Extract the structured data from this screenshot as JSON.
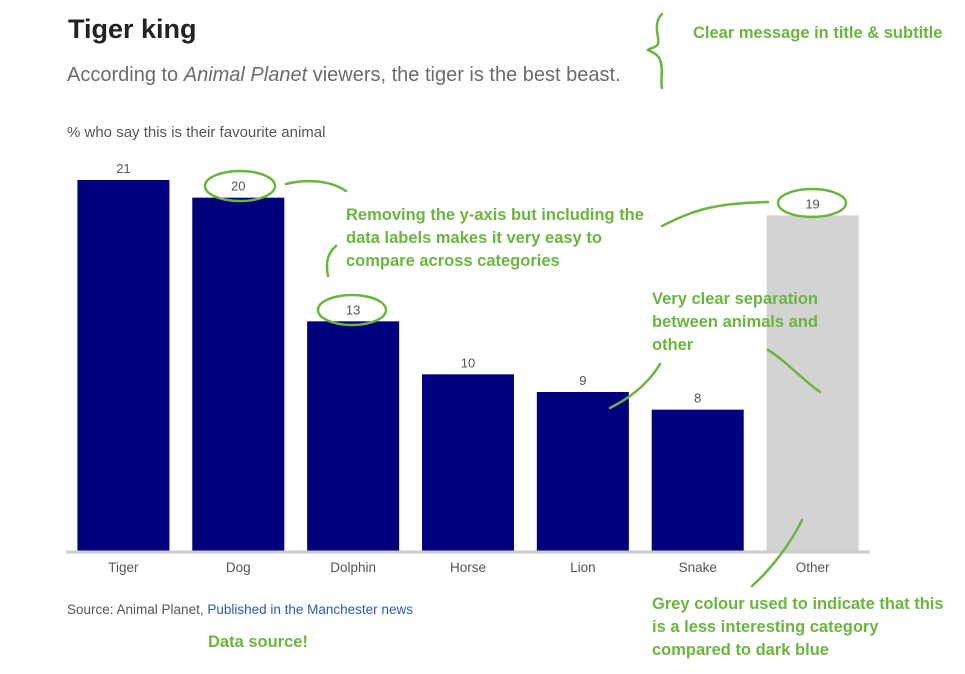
{
  "title": "Tiger king",
  "subtitle": {
    "prefix": "According to ",
    "emphasis": "Animal Planet",
    "suffix": " viewers, the tiger is the best beast."
  },
  "source": {
    "text": "Source: Animal Planet, ",
    "link": "Published in the Manchester news"
  },
  "annotations": {
    "title_note": "Clear message in title & subtitle",
    "labels_note": "Removing the y-axis but including the data labels makes it very easy to compare across categories",
    "separation_note": "Very clear separation between animals and other",
    "grey_note": "Grey colour used to indicate that this is a less interesting category compared to dark blue",
    "source_note": "Data source!"
  },
  "colors": {
    "bar": "#00007f",
    "other_bar": "#d3d3d3",
    "annotation": "#6bb53f",
    "axis": "#cccccc"
  },
  "chart_data": {
    "type": "bar",
    "title": "Tiger king",
    "subtitle": "According to Animal Planet viewers, the tiger is the best beast.",
    "ylabel": "% who say this is their favourite animal",
    "xlabel": "",
    "categories": [
      "Tiger",
      "Dog",
      "Dolphin",
      "Horse",
      "Lion",
      "Snake",
      "Other"
    ],
    "values": [
      21,
      20,
      13,
      10,
      9,
      8,
      19
    ],
    "highlight_grey": [
      "Other"
    ],
    "ylim": [
      0,
      21
    ],
    "y_axis_shown": false,
    "grid": false,
    "data_labels": true
  }
}
